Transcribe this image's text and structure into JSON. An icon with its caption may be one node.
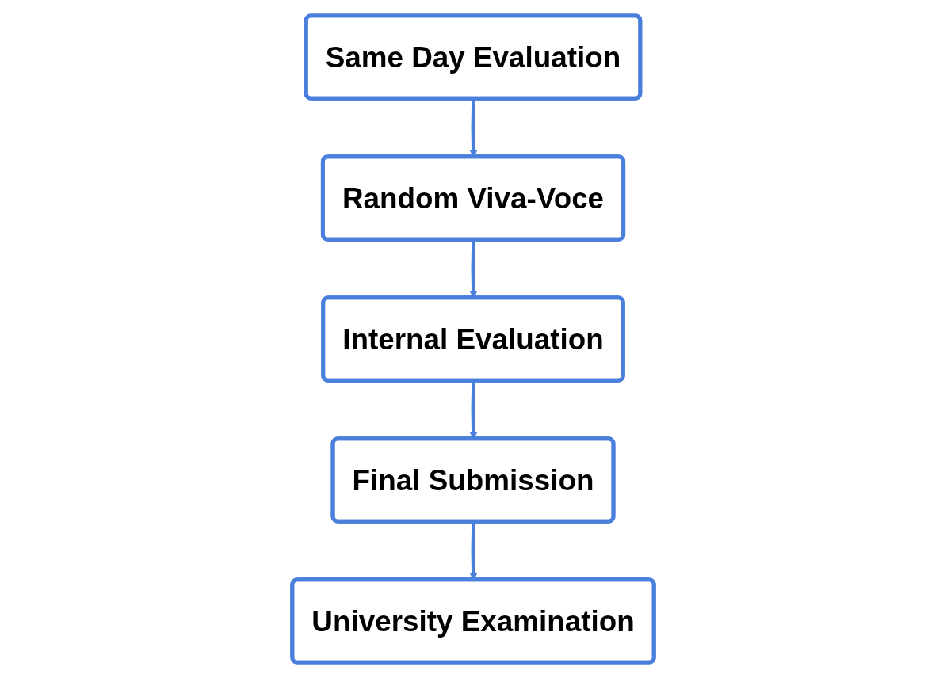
{
  "diagram": {
    "nodes": [
      {
        "text": [
          "Same Day Evaluation"
        ]
      },
      {
        "text": [
          "Random Viva-Voce"
        ]
      },
      {
        "text": [
          "Internal Evaluation"
        ]
      },
      {
        "text": [
          "Final Submission"
        ]
      },
      {
        "text": [
          "University Examination"
        ]
      }
    ],
    "edges": [
      {
        "from": 0,
        "to": 1,
        "arrow": "to"
      },
      {
        "from": 1,
        "to": 2,
        "arrow": "to"
      },
      {
        "from": 2,
        "to": 3,
        "arrow": "to"
      },
      {
        "from": 3,
        "to": 4,
        "arrow": "to"
      }
    ]
  }
}
